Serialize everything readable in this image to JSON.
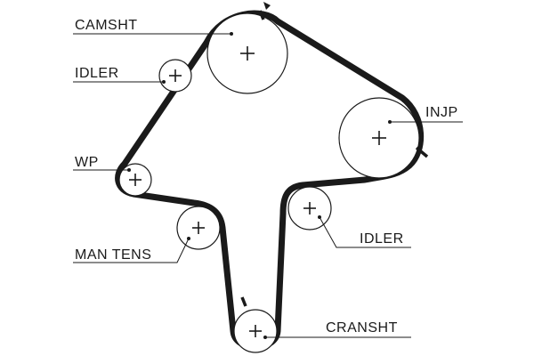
{
  "diagram": {
    "labels": {
      "camshaft": "CAMSHT",
      "idler_top": "IDLER",
      "water_pump": "WP",
      "manual_tensioner": "MAN TENS",
      "injection_pump": "INJP",
      "idler_right": "IDLER",
      "crankshaft": "CRANSHT"
    }
  }
}
